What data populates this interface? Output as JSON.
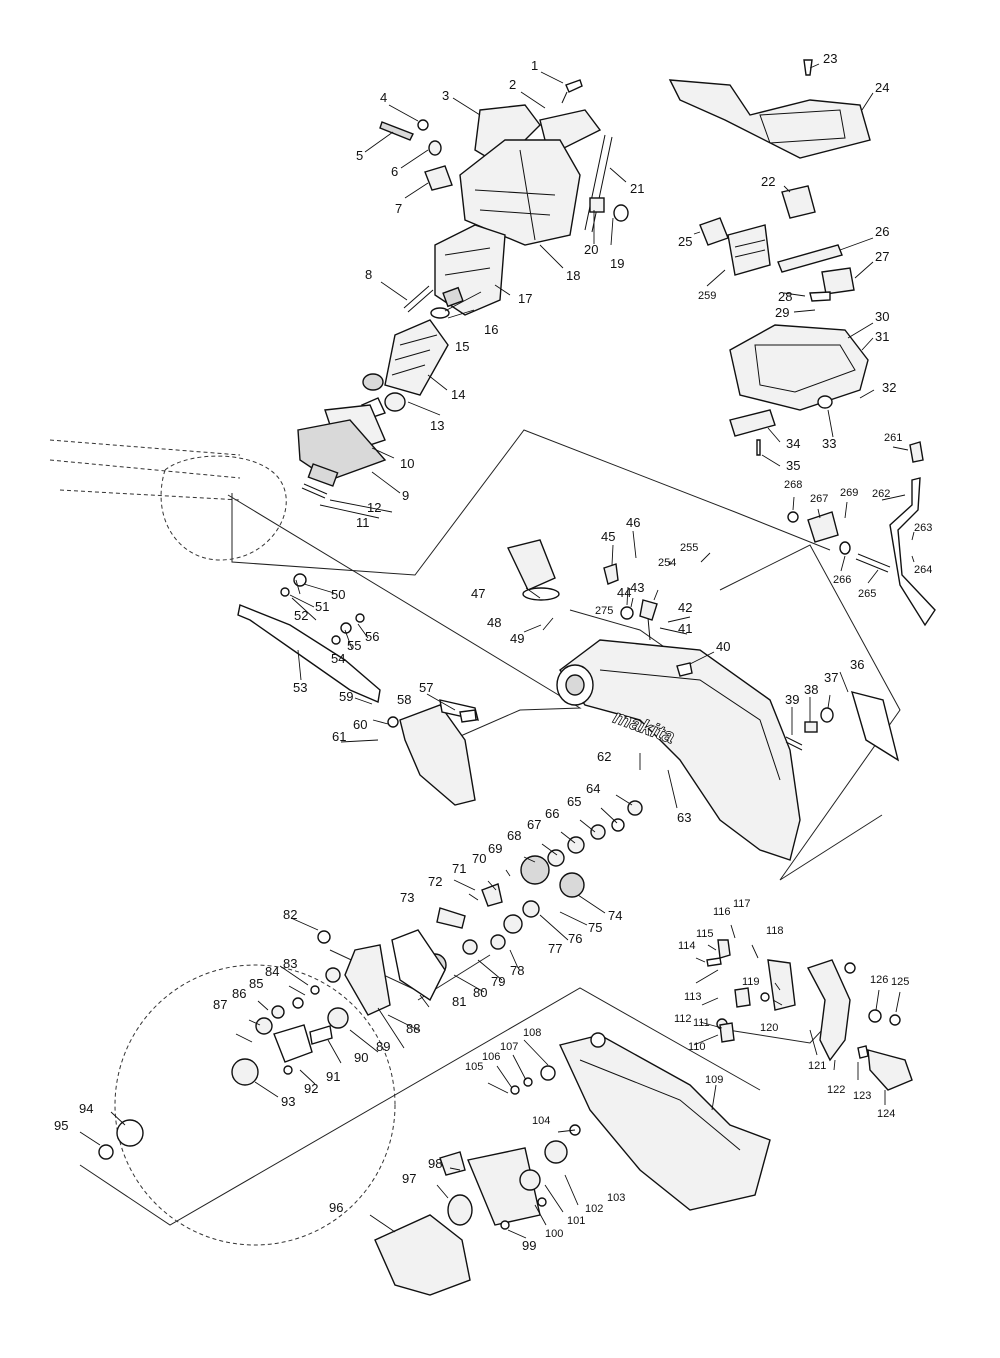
{
  "brand": "makita",
  "callouts": [
    "1",
    "2",
    "3",
    "4",
    "5",
    "6",
    "7",
    "8",
    "9",
    "10",
    "11",
    "12",
    "13",
    "14",
    "15",
    "16",
    "17",
    "18",
    "19",
    "20",
    "21",
    "22",
    "23",
    "24",
    "25",
    "26",
    "27",
    "28",
    "29",
    "30",
    "31",
    "32",
    "33",
    "34",
    "35",
    "36",
    "37",
    "38",
    "39",
    "40",
    "41",
    "42",
    "43",
    "44",
    "45",
    "46",
    "47",
    "48",
    "49",
    "50",
    "51",
    "52",
    "53",
    "54",
    "55",
    "56",
    "57",
    "58",
    "59",
    "60",
    "61",
    "62",
    "63",
    "64",
    "65",
    "66",
    "67",
    "68",
    "69",
    "70",
    "71",
    "72",
    "73",
    "74",
    "75",
    "76",
    "77",
    "78",
    "79",
    "80",
    "81",
    "82",
    "83",
    "84",
    "85",
    "86",
    "87",
    "88",
    "89",
    "90",
    "91",
    "92",
    "93",
    "94",
    "95",
    "96",
    "97",
    "98",
    "99",
    "100",
    "101",
    "102",
    "103",
    "104",
    "105",
    "106",
    "107",
    "108",
    "109",
    "110",
    "111",
    "112",
    "113",
    "114",
    "115",
    "116",
    "117",
    "118",
    "119",
    "120",
    "121",
    "122",
    "123",
    "124",
    "125",
    "126",
    "254",
    "255",
    "259",
    "261",
    "262",
    "263",
    "264",
    "265",
    "266",
    "267",
    "268",
    "269",
    "275"
  ]
}
